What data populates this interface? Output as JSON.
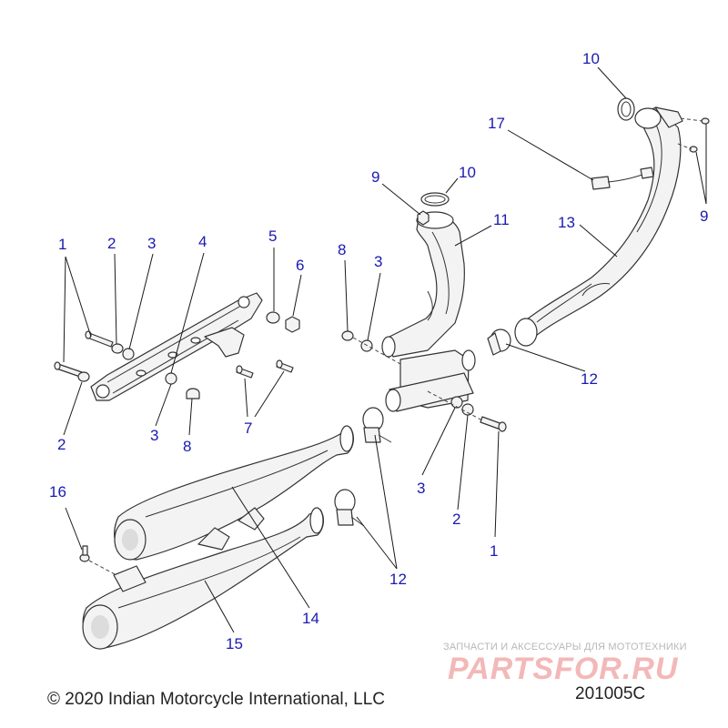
{
  "callouts": {
    "c1a": "1",
    "c1b": "1",
    "c2a": "2",
    "c2b": "2",
    "c2c": "2",
    "c3a": "3",
    "c3b": "3",
    "c3c": "3",
    "c3d": "3",
    "c4": "4",
    "c5": "5",
    "c6": "6",
    "c7": "7",
    "c8a": "8",
    "c8b": "8",
    "c9a": "9",
    "c9b": "9",
    "c10a": "10",
    "c10b": "10",
    "c11": "11",
    "c12a": "12",
    "c12b": "12",
    "c13": "13",
    "c14": "14",
    "c15": "15",
    "c16": "16",
    "c17": "17"
  },
  "footer": {
    "copyright": "© 2020 Indian Motorcycle International, LLC",
    "figure_id": "201005C"
  },
  "watermark": {
    "tagline": "ЗАПЧАСТИ И АКСЕССУАРЫ ДЛЯ МОТОТЕХНИКИ",
    "logo_text": "PARTSFOR.RU"
  },
  "colors": {
    "callout": "#1a1ab0",
    "watermark_logo": "#f3b8b8",
    "line_art": "#333333"
  }
}
